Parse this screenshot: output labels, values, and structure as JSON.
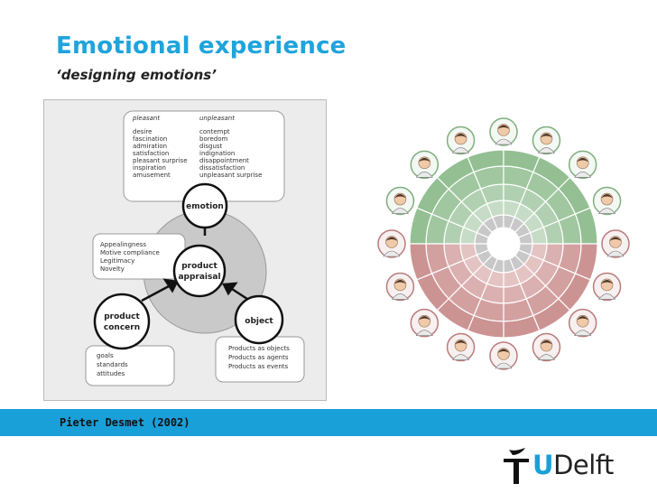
{
  "slide": {
    "title": "Emotional experience",
    "subtitle": "‘designing emotions’"
  },
  "model": {
    "emotions": {
      "pleasant_header": "pleasant",
      "unpleasant_header": "unpleasant",
      "pleasant": [
        "desire",
        "fascination",
        "admiration",
        "satisfaction",
        "pleasant surprise",
        "inspiration",
        "amusement"
      ],
      "unpleasant": [
        "contempt",
        "boredom",
        "disgust",
        "indignation",
        "disappointment",
        "dissatisfaction",
        "unpleasant surprise"
      ]
    },
    "nodes": {
      "emotion": "emotion",
      "appraisal_1": "product",
      "appraisal_2": "appraisal",
      "concern_1": "product",
      "concern_2": "concern",
      "object": "object"
    },
    "appraisal_list": [
      "Appealingness",
      "Motive compliance",
      "Legitimacy",
      "Novelty"
    ],
    "concern_list": [
      "goals",
      "standards",
      "attitudes"
    ],
    "object_list": [
      "Products as objects",
      "Products as agents",
      "Products as events"
    ]
  },
  "footer": {
    "citation": "Pieter Desmet (2002)"
  },
  "logo": {
    "prefix": "T",
    "middle": "U",
    "suffix": "Delft"
  },
  "colors": {
    "accent": "#1aa0d8",
    "title": "#1fa4dc",
    "wheel_pleasant": "#7fba7f",
    "wheel_unpleasant": "#c77a7a"
  }
}
